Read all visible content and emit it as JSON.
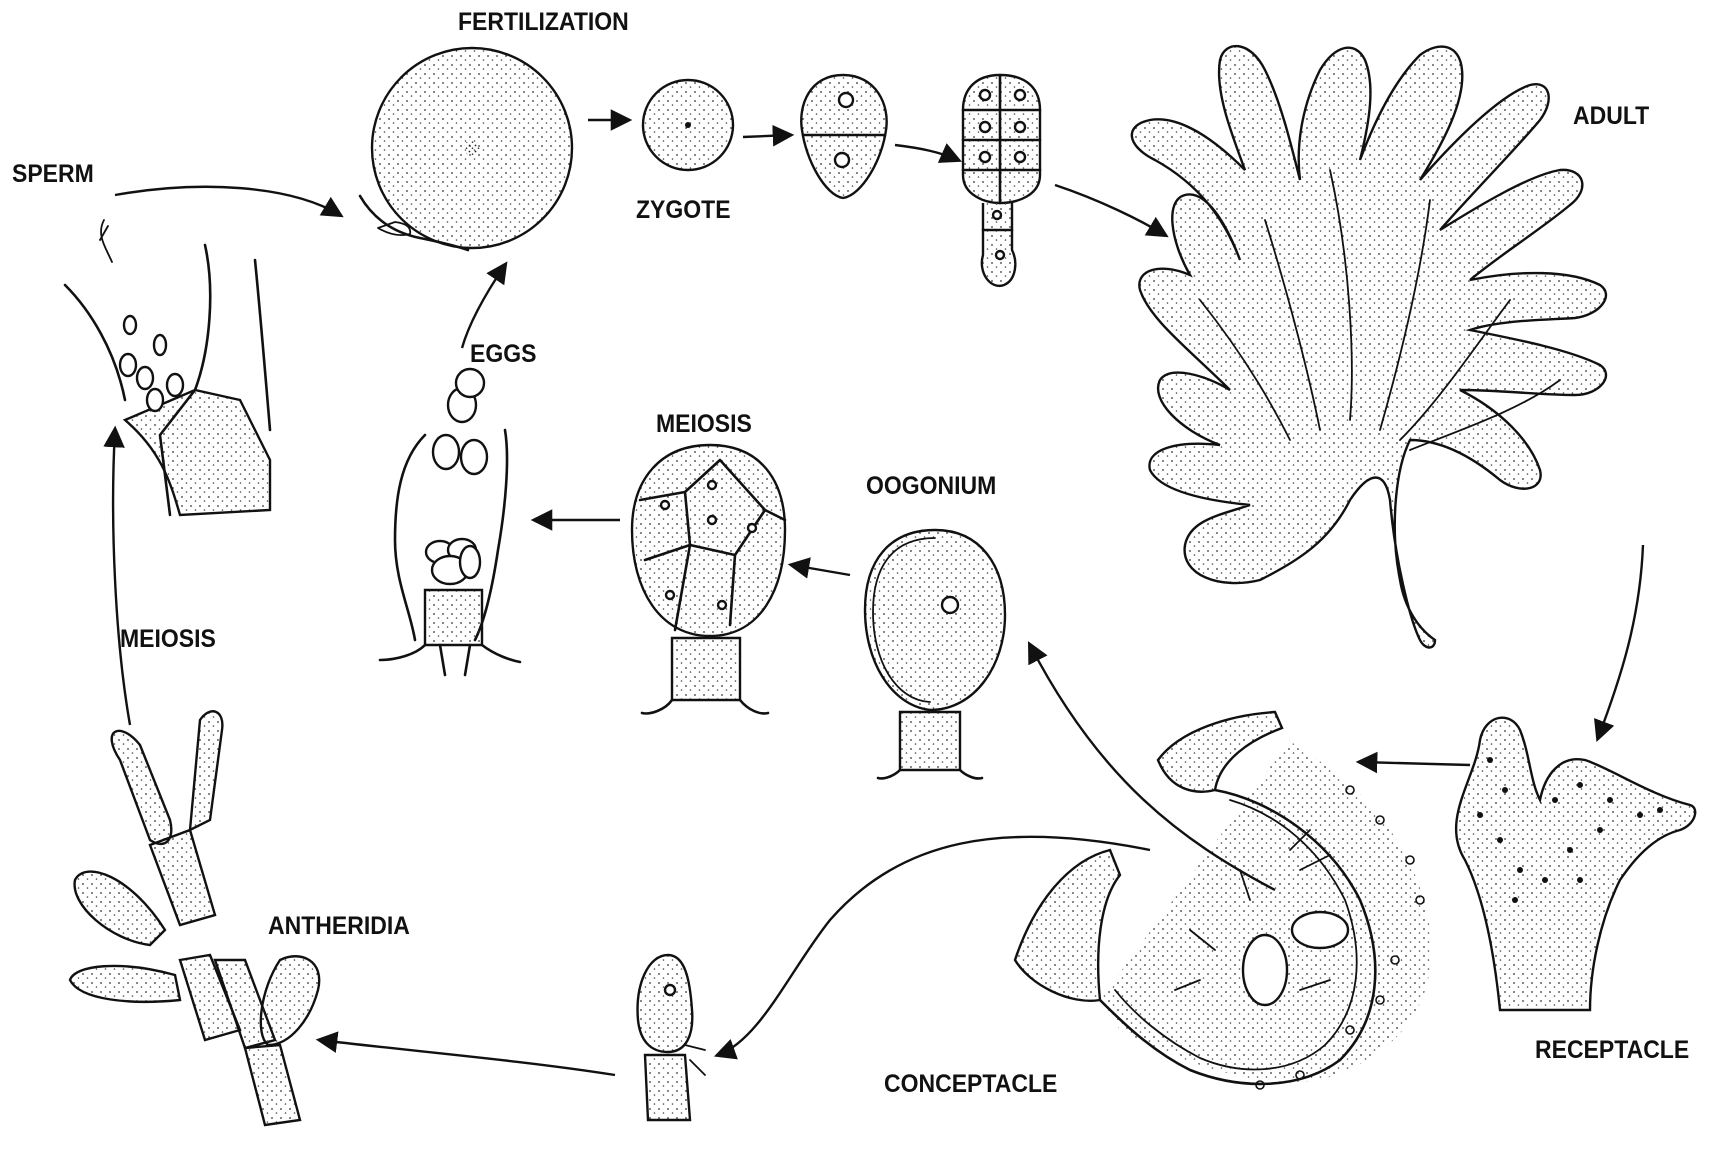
{
  "labels": {
    "fertilization": "FERTILIZATION",
    "sperm": "SPERM",
    "zygote": "ZYGOTE",
    "adult": "ADULT",
    "eggs": "EGGS",
    "meiosis_center": "MEIOSIS",
    "oogonium": "OOGONIUM",
    "meiosis_left": "MEIOSIS",
    "antheridia": "ANTHERIDIA",
    "conceptacle": "CONCEPTACLE",
    "receptacle": "RECEPTACLE"
  }
}
